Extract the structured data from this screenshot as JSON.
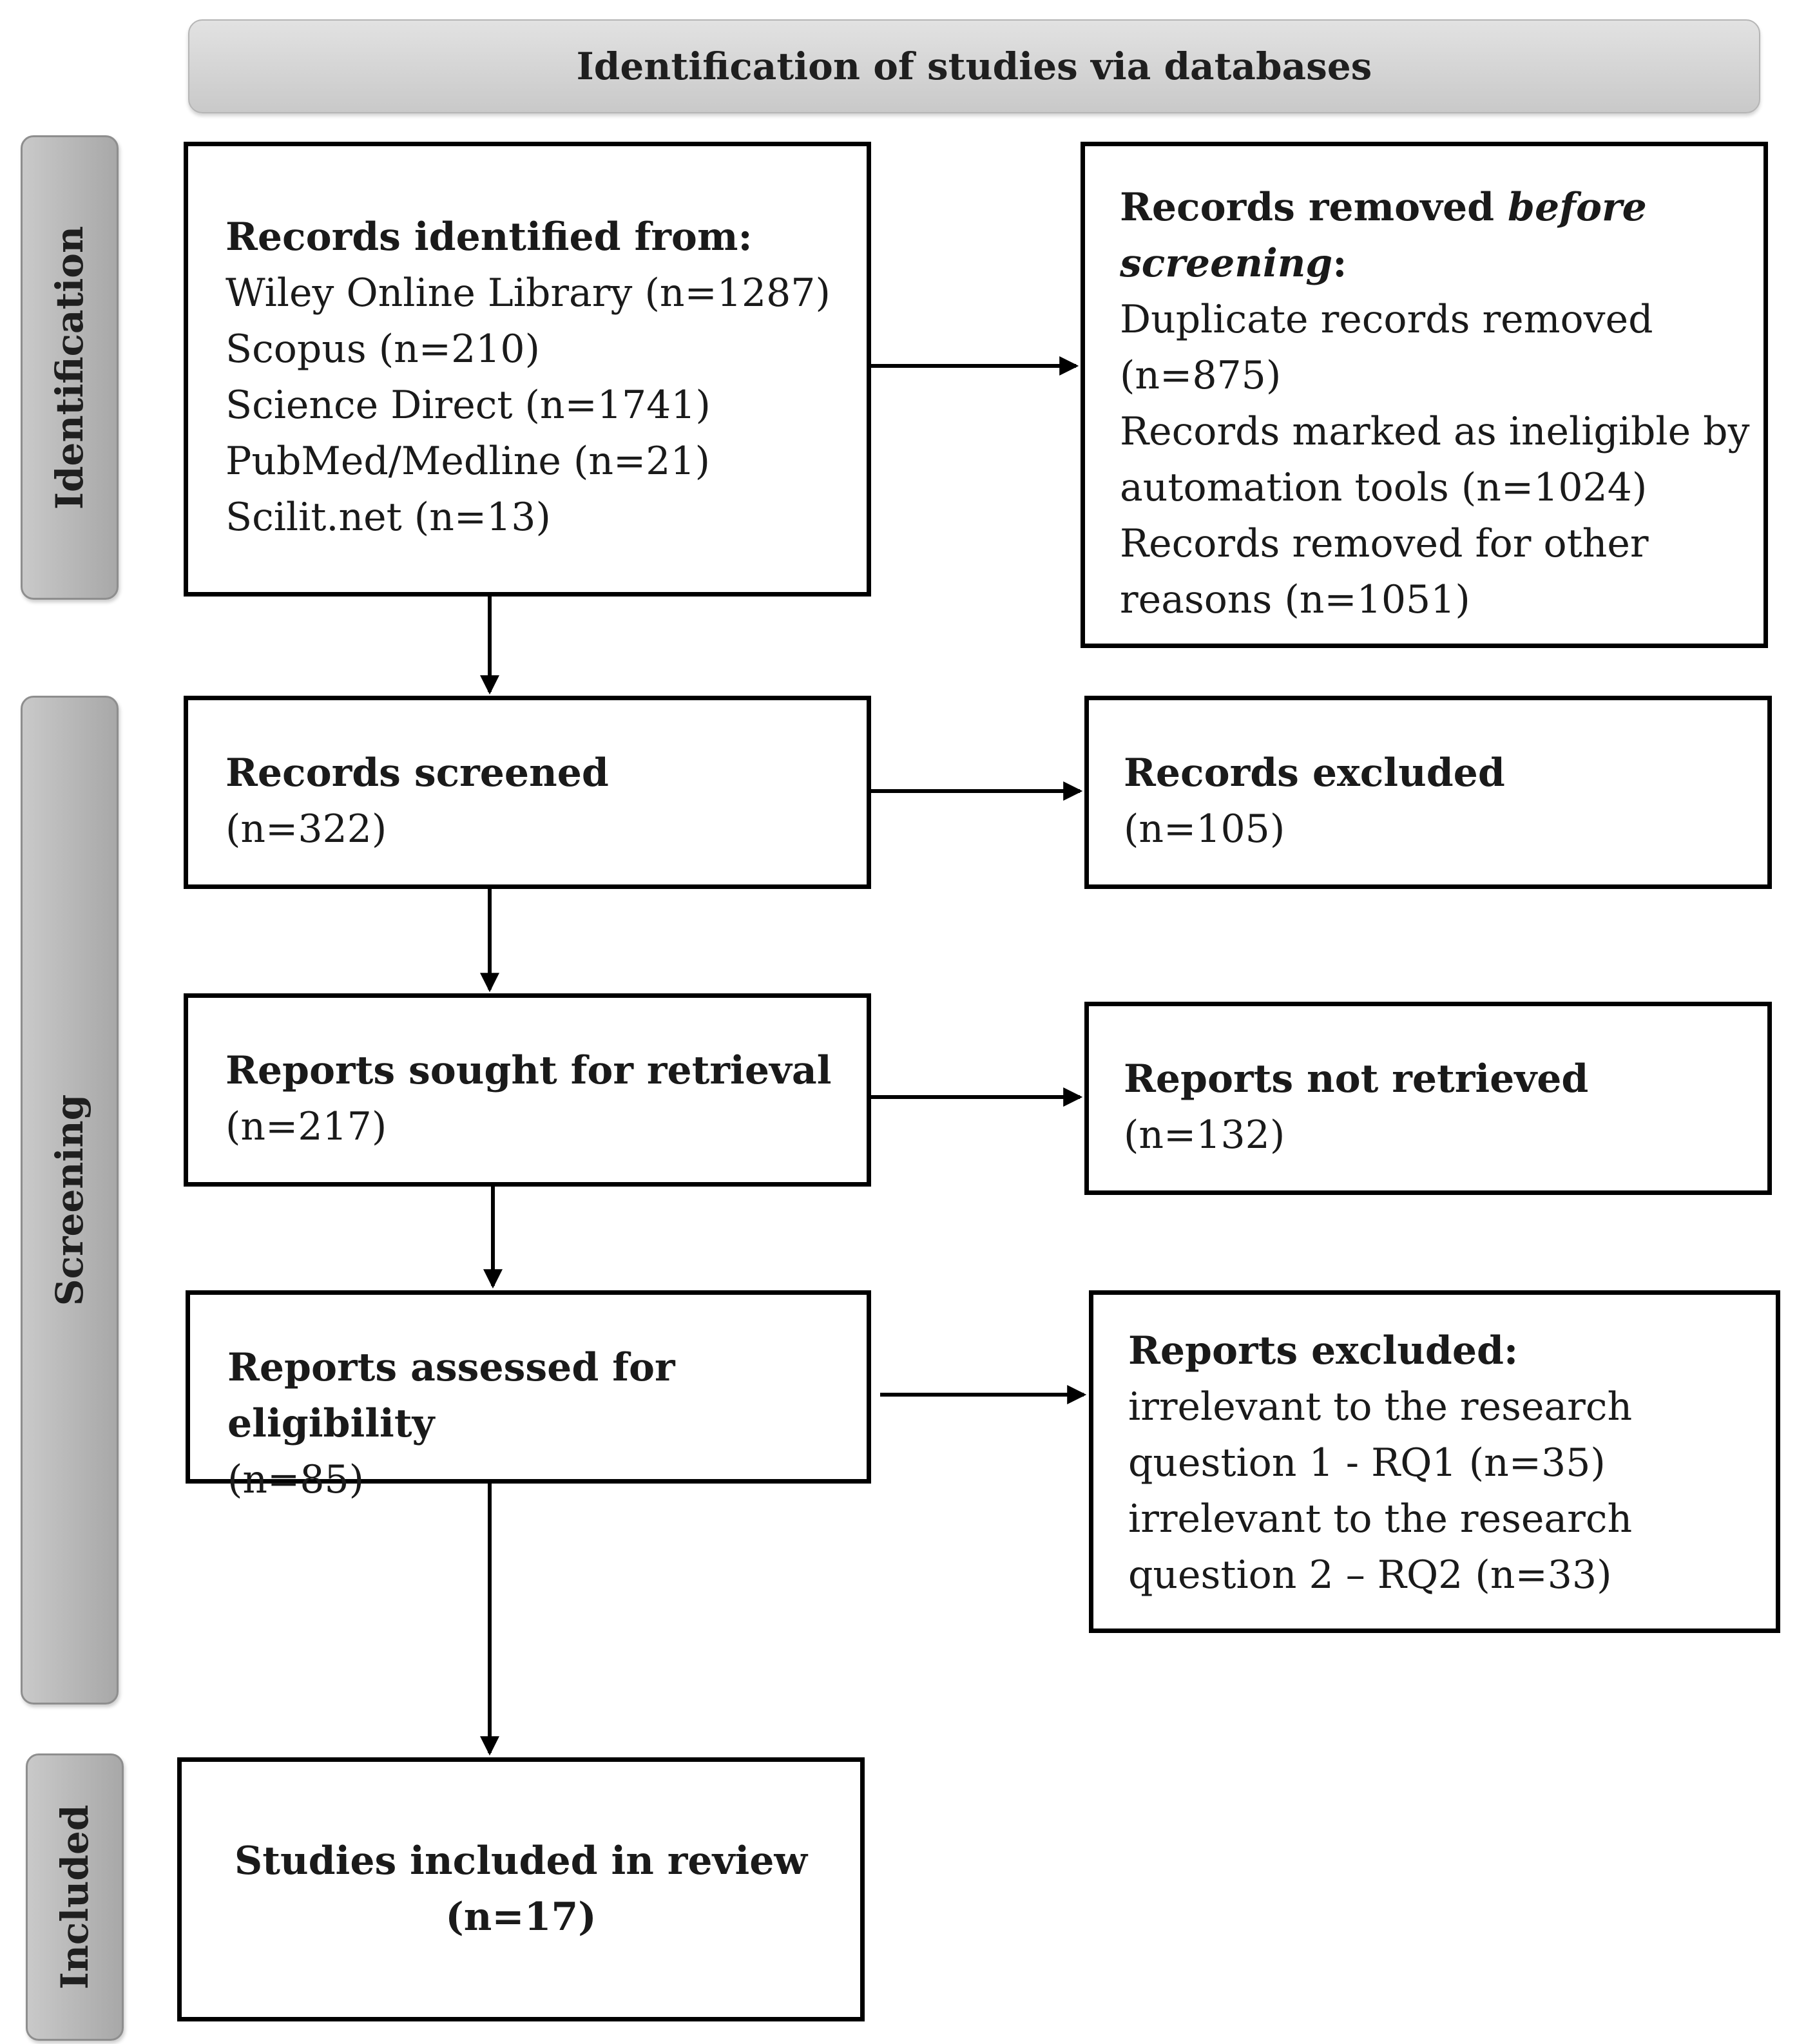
{
  "header": {
    "title": "Identification of studies via databases"
  },
  "phases": {
    "identification": "Identification",
    "screening": "Screening",
    "included": "Included"
  },
  "identified": {
    "title": "Records identified from:",
    "sources": [
      "Wiley Online Library (n=1287)",
      "Scopus (n=210)",
      "Science Direct (n=1741)",
      "PubMed/Medline (n=21)",
      "Scilit.net (n=13)"
    ]
  },
  "removed": {
    "title_start": "Records removed ",
    "title_em_1": "before",
    "title_em_2": "screening",
    "title_colon": ":",
    "lines": [
      "Duplicate records removed",
      "(n=875)",
      "Records marked as ineligible by",
      "automation tools (n=1024)",
      "Records removed for other",
      "reasons (n=1051)"
    ]
  },
  "screened": {
    "title": "Records screened",
    "count": "(n=322)"
  },
  "excluded": {
    "title": "Records excluded",
    "count": "(n=105)"
  },
  "sought": {
    "title": "Reports sought for retrieval",
    "count": "(n=217)"
  },
  "not_retrieved": {
    "title": "Reports not retrieved",
    "count": "(n=132)"
  },
  "assessed": {
    "title": "Reports assessed for eligibility",
    "count": "(n=85)"
  },
  "reports_excluded": {
    "title": "Reports excluded:",
    "lines": [
      "irrelevant to the research",
      "question 1 - RQ1 (n=35)",
      "irrelevant to the research",
      "question 2 – RQ2 (n=33)"
    ]
  },
  "included": {
    "title": "Studies included in review",
    "count": "(n=17)"
  }
}
